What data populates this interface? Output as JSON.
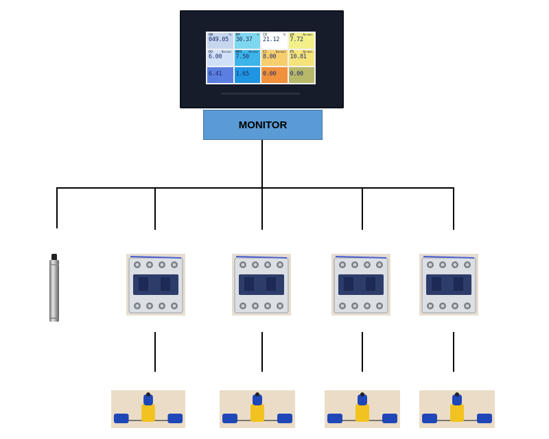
{
  "label": "MONITOR",
  "screen_cells": [
    {
      "label": "OW",
      "unit": "℃",
      "value": "049.05",
      "color": "#c7d6ef"
    },
    {
      "label": "RH",
      "unit": "%",
      "value": "30.37",
      "color": "#7fd7ef"
    },
    {
      "label": "CD",
      "unit": "℃",
      "value": "21.12",
      "color": "#ffffff"
    },
    {
      "label": "pH",
      "unit": "Normal",
      "value": "7.72",
      "color": "#f3f08a"
    },
    {
      "label": "DO",
      "unit": "Normal",
      "value": "6.00",
      "color": "#cfe0f7"
    },
    {
      "label": "NH3",
      "unit": "Normal",
      "value": "7.50",
      "color": "#3cb4ea"
    },
    {
      "label": "Cl",
      "unit": "Normal",
      "value": "8.00",
      "color": "#f6ce6e"
    },
    {
      "label": "PS",
      "unit": "Normal",
      "value": "10.81",
      "color": "#f6e37a"
    },
    {
      "label": "",
      "unit": "",
      "value": "6.41",
      "color": "#5a7fe0"
    },
    {
      "label": "",
      "unit": "",
      "value": "1.65",
      "color": "#1f95e2"
    },
    {
      "label": "",
      "unit": "",
      "value": "0.00",
      "color": "#f0913d"
    },
    {
      "label": "",
      "unit": "",
      "value": "0.00",
      "color": "#b8b86a"
    }
  ],
  "colors": {
    "label_box": "#5b9bd5",
    "device_body": "#161c2a",
    "connector": "#000000"
  },
  "icons": [
    "monitor-device-icon",
    "sensor-probe-icon",
    "contactor-icon",
    "aerator-icon"
  ]
}
